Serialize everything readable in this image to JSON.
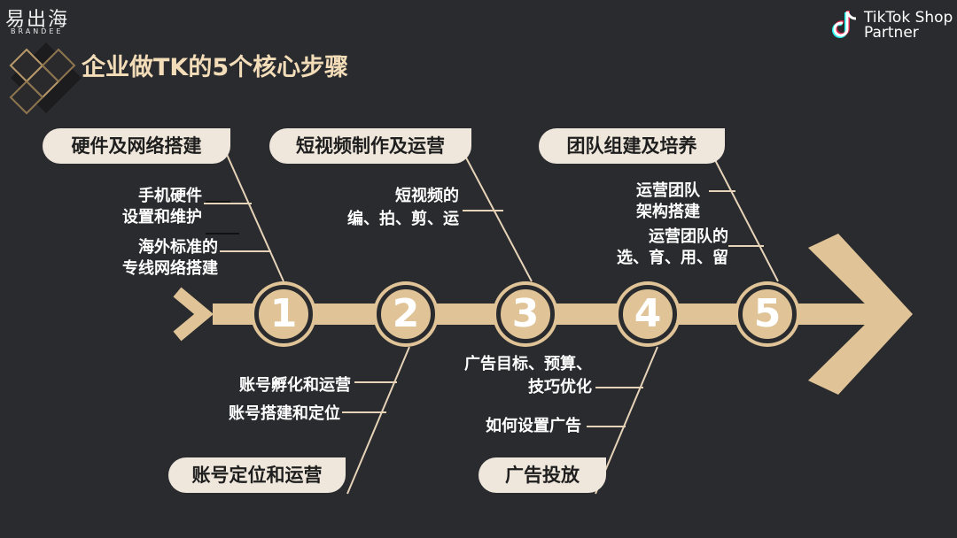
{
  "logo": {
    "brand_cn": "易出海",
    "brand_en": "BRANDEE"
  },
  "title": "企业做TK的5个核心步骤",
  "partner": {
    "line1": "TikTok Shop",
    "line2": "Partner"
  },
  "steps": [
    {
      "number": "1",
      "header": "硬件及网络搭建",
      "items": [
        "手机硬件",
        "设置和维护",
        "海外标准的",
        "专线网络搭建"
      ]
    },
    {
      "number": "2",
      "header": "账号定位和运营",
      "items": [
        "账号孵化和运营",
        "账号搭建和定位"
      ]
    },
    {
      "number": "3",
      "header": "短视频制作及运营",
      "items": [
        "短视频的",
        "编、拍、剪、运"
      ]
    },
    {
      "number": "4",
      "header": "广告投放",
      "items": [
        "广告目标、预算、",
        "技巧优化",
        "如何设置广告"
      ]
    },
    {
      "number": "5",
      "header": "团队组建及培养",
      "items": [
        "运营团队",
        "架构搭建",
        "运营团队的",
        "选、育、用、留"
      ]
    }
  ],
  "colors": {
    "background": "#2a2b2f",
    "gold": "#e0c497",
    "pill": "#efe7dc",
    "title": "#f3ddb9"
  }
}
